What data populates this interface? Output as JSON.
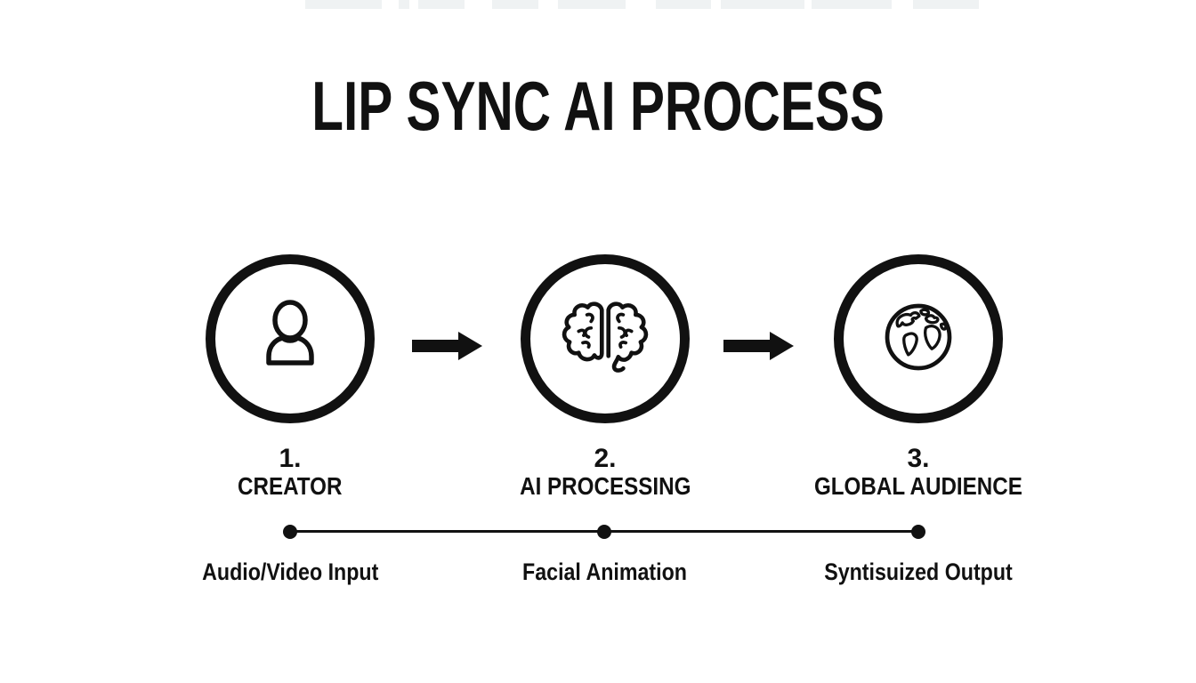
{
  "title": "LIP SYNC AI PROCESS",
  "steps": [
    {
      "number": "1.",
      "label": "CREATOR",
      "icon": "person-icon",
      "sublabel": "Audio/Video Input"
    },
    {
      "number": "2.",
      "label": "AI PROCESSING",
      "icon": "brain-icon",
      "sublabel": "Facial Animation"
    },
    {
      "number": "3.",
      "label": "GLOBAL AUDIENCE",
      "icon": "globe-icon",
      "sublabel": "Syntisuized Output"
    }
  ],
  "flow": {
    "arrow_icon": "arrow-right-icon",
    "connector_style": "horizontal-line-with-dots"
  },
  "colors": {
    "ink": "#111111",
    "background": "#ffffff"
  }
}
